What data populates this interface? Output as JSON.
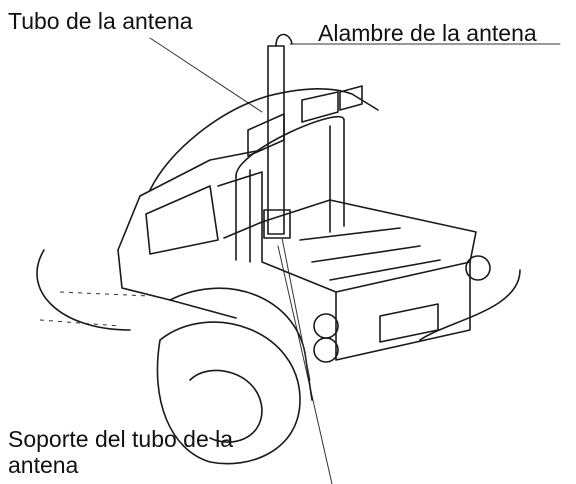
{
  "labels": {
    "antenna_tube": "Tubo de la antena",
    "antenna_wire": "Alambre de la antena",
    "antenna_tube_mount": "Soporte del tubo de la antena"
  }
}
